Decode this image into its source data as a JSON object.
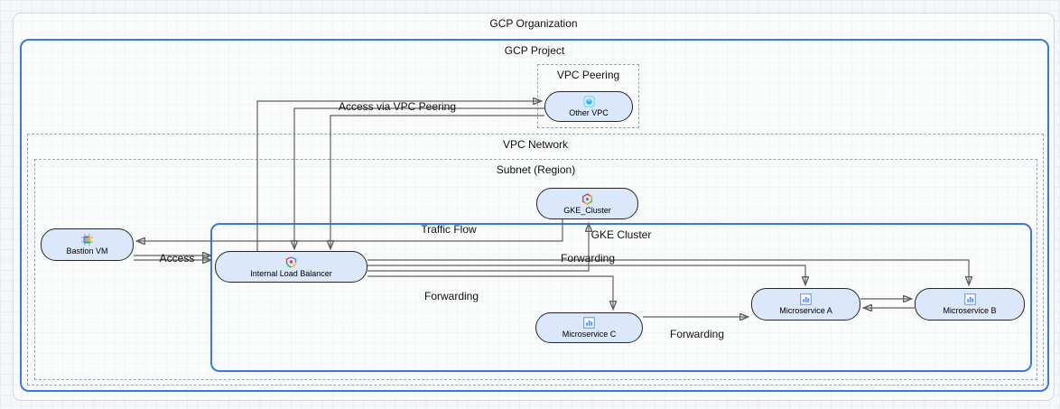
{
  "diagram": {
    "containers": {
      "org": {
        "label": "GCP Organization"
      },
      "project": {
        "label": "GCP Project"
      },
      "vpc_peering": {
        "label": "VPC Peering"
      },
      "vpc_network": {
        "label": "VPC Network"
      },
      "subnet": {
        "label": "Subnet (Region)"
      },
      "gke": {
        "label": "GKE Cluster"
      }
    },
    "nodes": {
      "other_vpc": {
        "label": "Other VPC",
        "icon": "vpc-cube-icon"
      },
      "gke_cluster": {
        "label": "GKE_Cluster",
        "icon": "gke-hexagon-icon"
      },
      "bastion_vm": {
        "label": "Bastion VM",
        "icon": "compute-chip-icon"
      },
      "internal_lb": {
        "label": "Internal Load Balancer",
        "icon": "load-balancer-shield-icon"
      },
      "microservice_c": {
        "label": "Microservice C",
        "icon": "workload-chart-icon"
      },
      "microservice_a": {
        "label": "Microservice A",
        "icon": "workload-chart-icon"
      },
      "microservice_b": {
        "label": "Microservice B",
        "icon": "workload-chart-icon"
      }
    },
    "edge_labels": {
      "access_via_vpc_peering": "Access via VPC Peering",
      "access": "Access",
      "traffic_flow": "Traffic Flow",
      "forwarding_to_gke": "Forwarding",
      "forwarding_to_c": "Forwarding",
      "forwarding_c_to_a": "Forwarding"
    },
    "edges": [
      {
        "from": "internal_lb",
        "to": "other_vpc",
        "label": "Access via VPC Peering"
      },
      {
        "from": "other_vpc",
        "to": "internal_lb",
        "label": ""
      },
      {
        "from": "other_vpc",
        "to": "internal_lb",
        "label": ""
      },
      {
        "from": "gke_cluster",
        "to": "bastion_vm",
        "label": ""
      },
      {
        "from": "bastion_vm",
        "to": "internal_lb",
        "label": "Access"
      },
      {
        "from": "internal_lb",
        "to": "microservice_b",
        "label": ""
      },
      {
        "from": "internal_lb",
        "to": "microservice_a",
        "label": ""
      },
      {
        "from": "internal_lb",
        "to": "gke_cluster",
        "label": "Forwarding"
      },
      {
        "from": "internal_lb",
        "to": "microservice_c",
        "label": "Forwarding"
      },
      {
        "from": "microservice_c",
        "to": "microservice_a",
        "label": "Forwarding"
      },
      {
        "from": "microservice_a",
        "to": "microservice_b",
        "label": ""
      },
      {
        "from": "microservice_b",
        "to": "microservice_a",
        "label": ""
      }
    ],
    "colors": {
      "blue_container_border": "#3b78e7",
      "dashed_container_border": "#9da4ac",
      "node_fill": "#dbe7fb",
      "node_border": "#262626",
      "edge_stroke": "#616161",
      "google_blue": "#4285f4",
      "google_red": "#ea4335",
      "google_yellow": "#fbbc04",
      "google_green": "#34a853",
      "vpc_cyan": "#29b6f6"
    }
  }
}
